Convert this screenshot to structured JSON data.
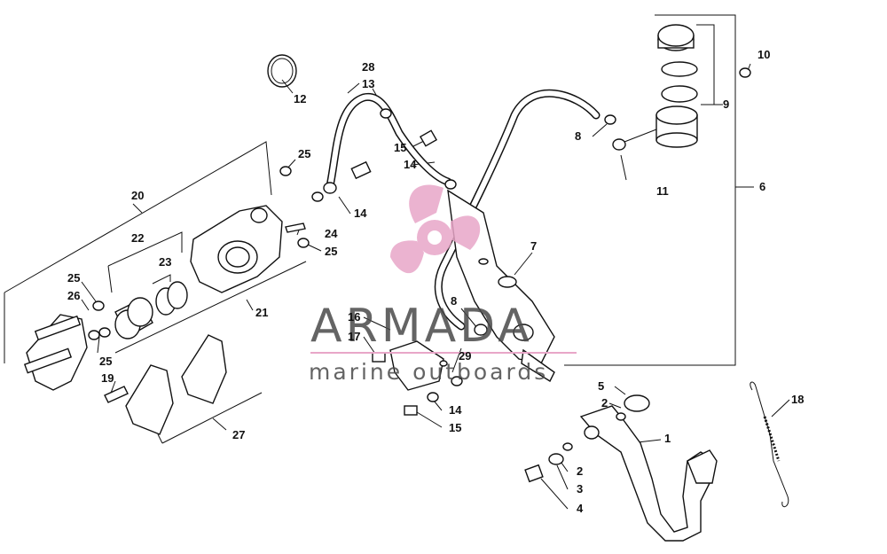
{
  "callouts": {
    "c1": "1",
    "c2a": "2",
    "c2b": "2",
    "c3": "3",
    "c4": "4",
    "c5": "5",
    "c6": "6",
    "c7": "7",
    "c8a": "8",
    "c8b": "8",
    "c9": "9",
    "c10": "10",
    "c11": "11",
    "c12": "12",
    "c13": "13",
    "c14a": "14",
    "c14b": "14",
    "c14c": "14",
    "c15a": "15",
    "c15b": "15",
    "c16": "16",
    "c17": "17",
    "c18": "18",
    "c19": "19",
    "c20": "20",
    "c21": "21",
    "c22": "22",
    "c23": "23",
    "c24": "24",
    "c25a": "25",
    "c25b": "25",
    "c25c": "25",
    "c25d": "25",
    "c26": "26",
    "c27": "27",
    "c28": "28",
    "c29": "29"
  },
  "watermark": {
    "title": "ARMADA",
    "subtitle": "marine outboards",
    "logo_color": "#e8a6c8",
    "text_color": "#4a4a4a"
  }
}
